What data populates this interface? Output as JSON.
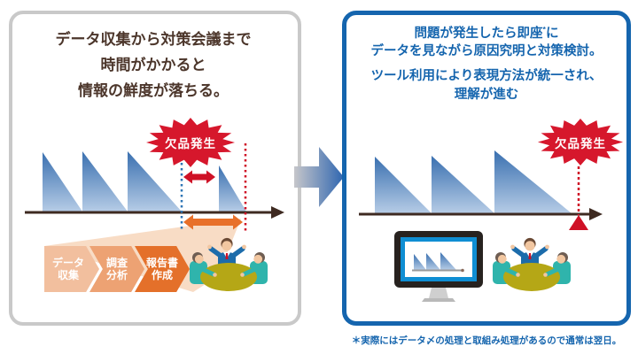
{
  "left_panel": {
    "title_lines": [
      "データ収集から対策会議まで",
      "時間がかかると",
      "情報の鮮度が落ちる。"
    ],
    "badge_label": "欠品発生",
    "steps": [
      {
        "line1": "データ",
        "line2": "収集"
      },
      {
        "line1": "調査",
        "line2": "分析"
      },
      {
        "line1": "報告書",
        "line2": "作成"
      }
    ]
  },
  "right_panel": {
    "title_line1_main": "問題が発生したら即座",
    "title_line1_sup": "*",
    "title_line1_tail": "に",
    "title_line2": "データを見ながら原因究明と対策検討。",
    "title_line3": "ツール利用により表現方法が統一され、",
    "title_line4": "理解が進む",
    "badge_label": "欠品発生"
  },
  "footnote": "＊実際にはデータ〆の処理と取組み処理があるので通常は翌日。",
  "colors": {
    "panel_left_border": "#c9c9c9",
    "panel_right_border": "#1565ae",
    "title_left_brown": "#4c362b",
    "title_right_blue": "#1565ae",
    "badge_red": "#d6172c",
    "axis_brown": "#3e2a21",
    "sawtooth_top": "#3a70b0",
    "sawtooth_bottom": "#b6cce6",
    "gap_arrow_red": "#cf1126",
    "delay_arrow_orange": "#e8702a",
    "chevron_1": "#f2bf9e",
    "chevron_2": "#eda273",
    "chevron_3": "#e4702a",
    "wedge_peach": "#f8dcc5",
    "table_olive": "#b5a716",
    "shirt_teal": "#2fb4ac",
    "suit_blue": "#1c6cab",
    "monitor_bezel": "#27221f",
    "monitor_frame_blue": "#0f8ed3"
  }
}
